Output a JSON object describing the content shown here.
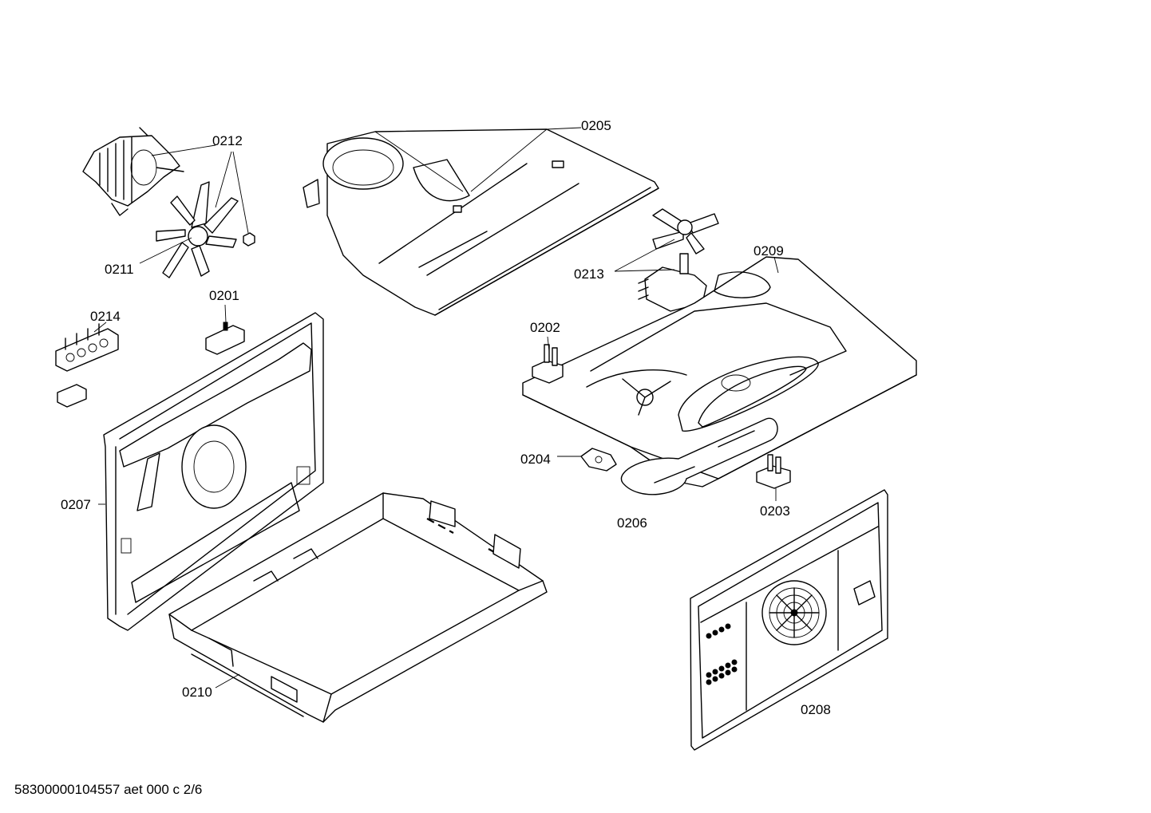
{
  "diagram": {
    "part_labels": {
      "p0201": "0201",
      "p0202": "0202",
      "p0203": "0203",
      "p0204": "0204",
      "p0205": "0205",
      "p0206": "0206",
      "p0207": "0207",
      "p0208": "0208",
      "p0209": "0209",
      "p0210": "0210",
      "p0211": "0211",
      "p0212": "0212",
      "p0213": "0213",
      "p0214": "0214"
    }
  },
  "footer": {
    "document_code": "58300000104557 aet 000 c 2/6"
  }
}
